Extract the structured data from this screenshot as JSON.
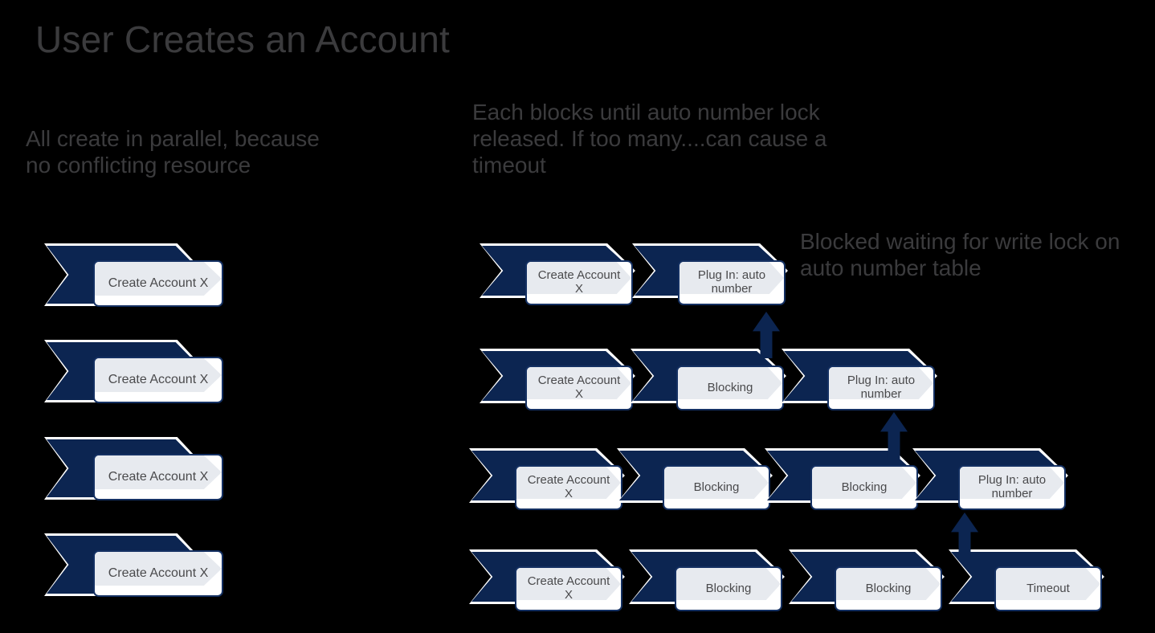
{
  "slide": {
    "title": "User Creates an Account",
    "background_color": "#000000",
    "accent_color": "#0c2551",
    "text_color": "#3b3b3d",
    "card_text_color": "#4a4a4c",
    "card_fill": "#ffffff",
    "card_ghost_fill": "#e7eaef"
  },
  "notes": {
    "left": "All create in parallel, because no conflicting resource",
    "middle": "Each blocks until auto number lock released. If too many....can cause a timeout",
    "right": "Blocked waiting for write lock on auto number table"
  },
  "left_flow": {
    "rows": [
      {
        "steps": [
          {
            "label": "Create Account X"
          }
        ]
      },
      {
        "steps": [
          {
            "label": "Create Account X"
          }
        ]
      },
      {
        "steps": [
          {
            "label": "Create Account X"
          }
        ]
      },
      {
        "steps": [
          {
            "label": "Create Account X"
          }
        ]
      }
    ]
  },
  "right_flow": {
    "rows": [
      {
        "steps": [
          {
            "label": "Create Account\nX"
          },
          {
            "label": "Plug In: auto\nnumber"
          }
        ]
      },
      {
        "steps": [
          {
            "label": "Create Account\nX"
          },
          {
            "label": "Blocking"
          },
          {
            "label": "Plug In: auto\nnumber"
          }
        ]
      },
      {
        "steps": [
          {
            "label": "Create Account\nX"
          },
          {
            "label": "Blocking"
          },
          {
            "label": "Blocking"
          },
          {
            "label": "Plug In: auto\nnumber"
          }
        ]
      },
      {
        "steps": [
          {
            "label": "Create Account\nX"
          },
          {
            "label": "Blocking"
          },
          {
            "label": "Blocking"
          },
          {
            "label": "Timeout"
          }
        ]
      }
    ],
    "arrows": [
      {
        "name": "arrow-row2-to-row1"
      },
      {
        "name": "arrow-row3-to-row2"
      },
      {
        "name": "arrow-row4-to-row3"
      }
    ]
  }
}
